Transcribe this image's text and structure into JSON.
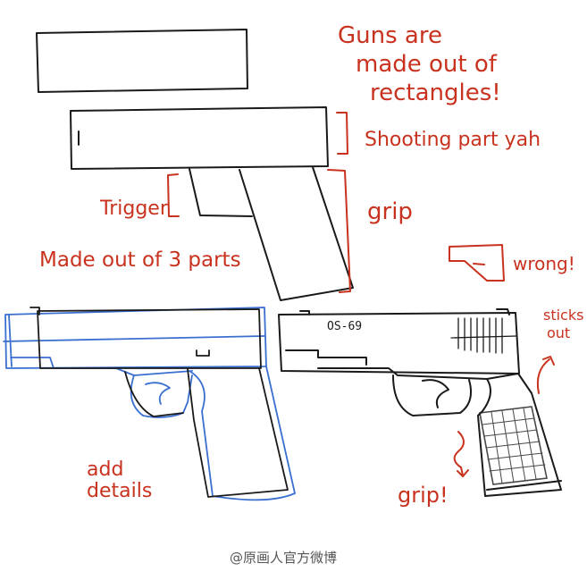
{
  "notes": {
    "guns_line1": "Guns are",
    "guns_line2": "made out of",
    "guns_line3": "rectangles!",
    "shooting": "Shooting part yah",
    "trigger": "Trigger",
    "grip": "grip",
    "made_of_parts": "Made out of 3 parts",
    "wrong": "wrong!",
    "sticks1": "sticks",
    "sticks2": "out",
    "add1": "add",
    "add2": "details",
    "grip2": "grip!"
  },
  "gun_label": "OS-69",
  "watermark": "@原画人官方微博",
  "colors": {
    "ink": "#1a1a1a",
    "annotation": "#c8321e",
    "construction": "#3a6fd0"
  }
}
